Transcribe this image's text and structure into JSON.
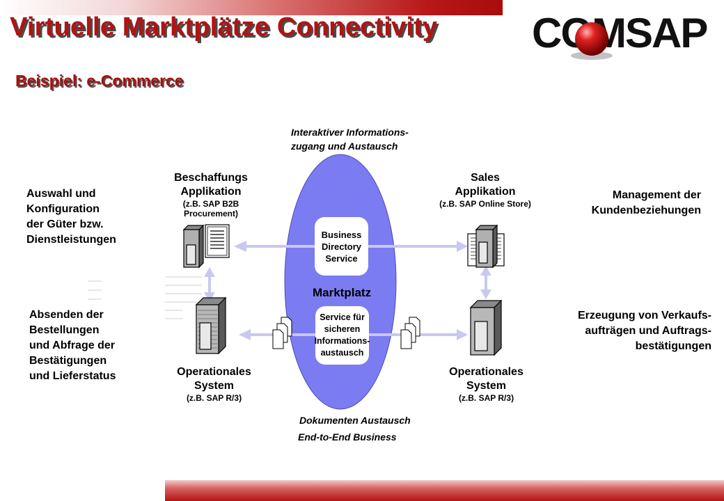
{
  "header": {
    "title": "Virtuelle Marktplätze Connectivity",
    "subtitle": "Beispiel: e-Commerce",
    "logo_text": "COMSAP"
  },
  "diagram": {
    "marketplace": {
      "top_caption_1": "Interaktiver Informations-",
      "top_caption_2": "zugang und Austausch",
      "label": "Marktplatz",
      "bottom_caption_1": "Dokumenten Austausch",
      "bottom_caption_2": "End-to-End Business",
      "fill_color": "#7b7bf2"
    },
    "boxes": {
      "business_directory": [
        "Business",
        "Directory",
        "Service"
      ],
      "secure_exchange": [
        "Service für",
        "sicheren",
        "Informations-",
        "austausch"
      ]
    },
    "procurement": {
      "title_1": "Beschaffungs",
      "title_2": "Applikation",
      "sub_1": "(z.B. SAP B2B",
      "sub_2": "Procurement)"
    },
    "sales": {
      "title_1": "Sales",
      "title_2": "Applikation",
      "sub_1": "(z.B. SAP Online Store)"
    },
    "operational_left": {
      "title_1": "Operationales",
      "title_2": "System",
      "sub_1": "(z.B. SAP R/3)"
    },
    "operational_right": {
      "title_1": "Operationales",
      "title_2": "System",
      "sub_1": "(z.B. SAP R/3)"
    },
    "left_texts": {
      "top": [
        "Auswahl und",
        "Konfiguration",
        "der Güter bzw.",
        "Dienstleistungen"
      ],
      "bottom": [
        "Absenden der",
        "Bestellungen",
        "und Abfrage der",
        "Bestätigungen",
        "und Lieferstatus"
      ]
    },
    "right_texts": {
      "top": [
        "Management der",
        "Kundenbeziehungen"
      ],
      "bottom": [
        "Erzeugung von Verkaufs-",
        "aufträgen  und Auftrags-",
        "bestätigungen"
      ]
    },
    "colors": {
      "title_red": "#b01414",
      "arrow": "#c8c8f0"
    }
  }
}
